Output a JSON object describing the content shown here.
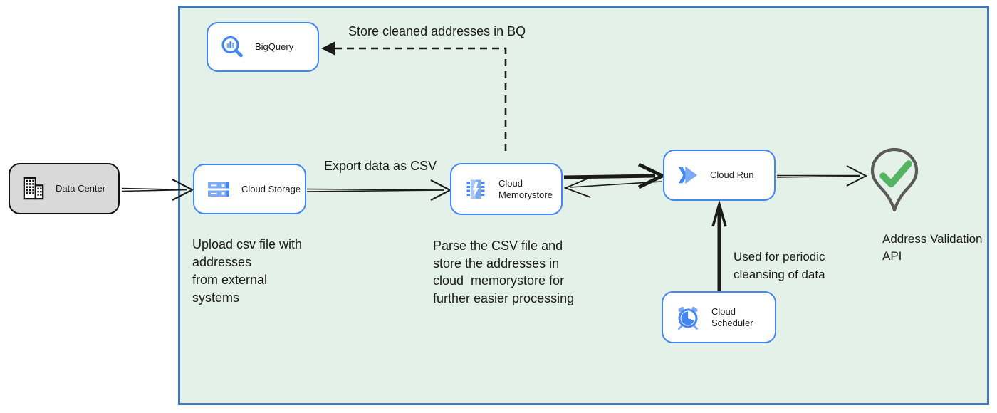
{
  "diagram": {
    "data_center": {
      "label": "Data Center",
      "icon": "building-icon"
    },
    "nodes": {
      "bigquery": {
        "label": "BigQuery",
        "icon": "bigquery-magnifier-chart-icon"
      },
      "cloud_storage": {
        "label": "Cloud Storage",
        "icon": "storage-buckets-icon"
      },
      "cloud_memorystore": {
        "label": "Cloud\nMemorystore",
        "icon": "memorystore-chip-bolt-icon"
      },
      "cloud_run": {
        "label": "Cloud Run",
        "icon": "cloud-run-chevrons-icon"
      },
      "cloud_scheduler": {
        "label": "Cloud Scheduler",
        "icon": "scheduler-alarm-clock-icon"
      },
      "address_validation": {
        "label": "Address Validation\nAPI",
        "icon": "map-pin-check-icon"
      }
    },
    "annotations": {
      "store_bq": "Store cleaned addresses in BQ",
      "export_csv": "Export data as CSV",
      "upload_note": "Upload csv file with\naddresses\nfrom external\nsystems",
      "parse_note": "Parse the CSV file and\nstore the addresses in\ncloud  memorystore for\nfurther easier processing",
      "periodic_note": "Used for periodic\ncleansing of data"
    },
    "colors": {
      "panel_fill": "#e4f1e9",
      "panel_border": "#4076b4",
      "node_border": "#4285f4",
      "icon_blue": "#4285f4",
      "icon_blue_light": "#7baaf7",
      "icon_blue_pale": "#a8c7fa",
      "data_center_fill": "#d9d9d9",
      "check_green": "#56b362",
      "pin_outline": "#5a5a5a",
      "arrow_black": "#1a1a1a"
    }
  }
}
